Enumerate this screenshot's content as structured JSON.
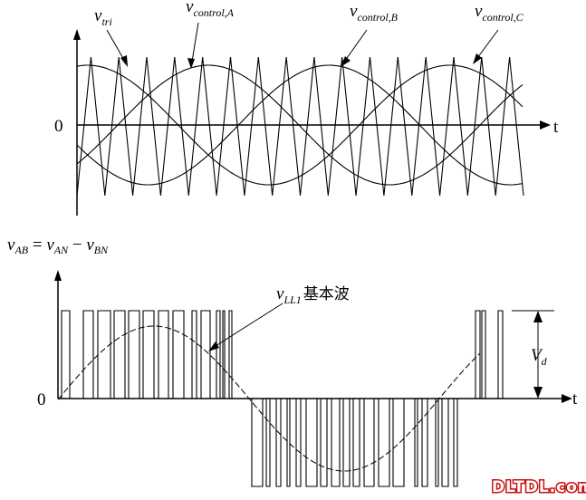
{
  "top_panel": {
    "zero_label": "0",
    "t_label": "t",
    "tri_label": {
      "v": "v",
      "sub": "tri"
    },
    "ctrl_a_label": {
      "v": "v",
      "sub": "control,A"
    },
    "ctrl_b_label": {
      "v": "v",
      "sub": "control,B"
    },
    "ctrl_c_label": {
      "v": "v",
      "sub": "control,C"
    }
  },
  "bottom_panel": {
    "vab_eq": {
      "v1": "v",
      "s1": "AB",
      "eq": " = ",
      "v2": "v",
      "s2": "AN",
      "minus": " − ",
      "v3": "v",
      "s3": "BN"
    },
    "zero_label": "0",
    "t_label": "t",
    "fundamental_label": {
      "v": "v",
      "sub": "LL1",
      "cjk": "基本波"
    },
    "vd_label": {
      "v": "V",
      "sub": "d"
    }
  },
  "watermark": "DLTDL.com",
  "colors": {
    "stroke": "#000000",
    "watermark": "#cc1111"
  }
}
